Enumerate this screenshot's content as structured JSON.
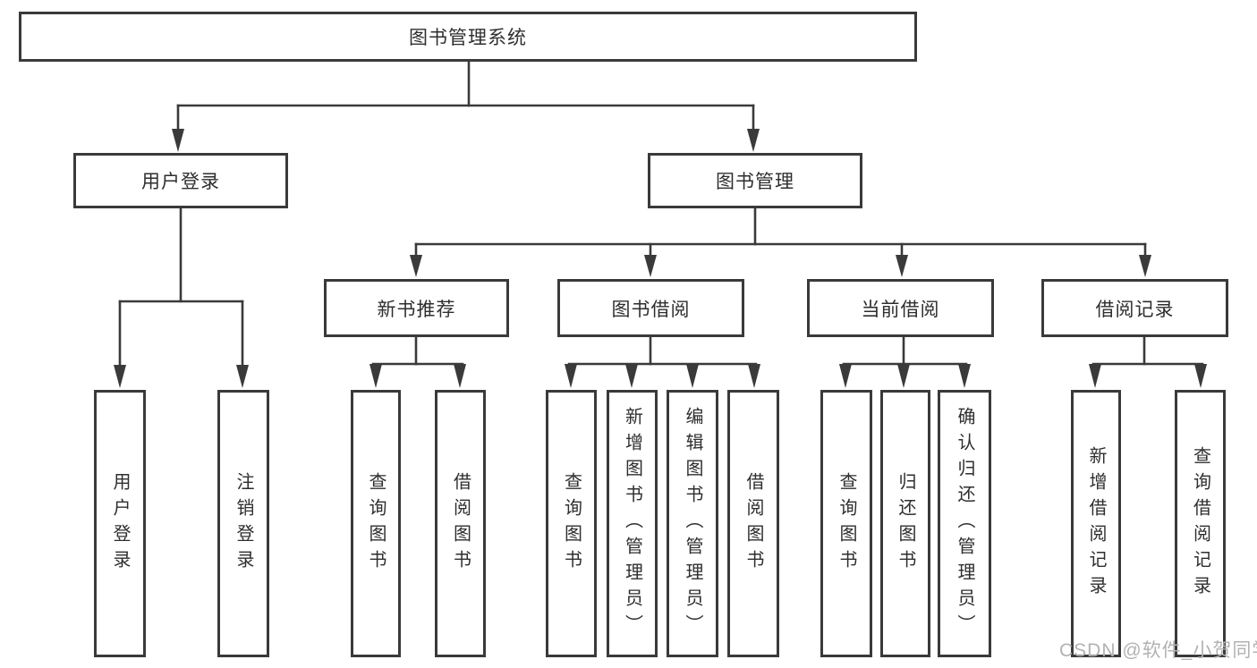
{
  "diagram": {
    "root": {
      "label": "图书管理系统"
    },
    "level2": {
      "user_login": {
        "label": "用户登录",
        "parent": "root"
      },
      "book_mgmt": {
        "label": "图书管理",
        "parent": "root"
      }
    },
    "level3": {
      "new_book": {
        "label": "新书推荐",
        "parent": "book_mgmt"
      },
      "book_borrow": {
        "label": "图书借阅",
        "parent": "book_mgmt"
      },
      "current_borrow": {
        "label": "当前借阅",
        "parent": "book_mgmt"
      },
      "borrow_record": {
        "label": "借阅记录",
        "parent": "book_mgmt"
      }
    },
    "leaves": {
      "ul_login": {
        "label": "用户登录",
        "parent": "user_login"
      },
      "ul_logout": {
        "label": "注销登录",
        "parent": "user_login"
      },
      "nb_query": {
        "label": "查询图书",
        "parent": "new_book"
      },
      "nb_borrow": {
        "label": "借阅图书",
        "parent": "new_book"
      },
      "bb_query": {
        "label": "查询图书",
        "parent": "book_borrow"
      },
      "bb_add": {
        "label": "新增图书（管理员）",
        "parent": "book_borrow"
      },
      "bb_edit": {
        "label": "编辑图书（管理员）",
        "parent": "book_borrow"
      },
      "bb_borrow": {
        "label": "借阅图书",
        "parent": "book_borrow"
      },
      "cb_query": {
        "label": "查询图书",
        "parent": "current_borrow"
      },
      "cb_return": {
        "label": "归还图书",
        "parent": "current_borrow"
      },
      "cb_confirm": {
        "label": "确认归还（管理员）",
        "parent": "current_borrow"
      },
      "br_add": {
        "label": "新增借阅记录",
        "parent": "borrow_record"
      },
      "br_query": {
        "label": "查询借阅记录",
        "parent": "borrow_record"
      }
    }
  },
  "watermark": {
    "text": "CSDN @软件_小贺同学"
  },
  "colors": {
    "line": "#3a3a3a",
    "border": "#3a3a3a",
    "text": "#2e2e2e",
    "watermark": "#b2b2b2",
    "background": "#ffffff"
  }
}
